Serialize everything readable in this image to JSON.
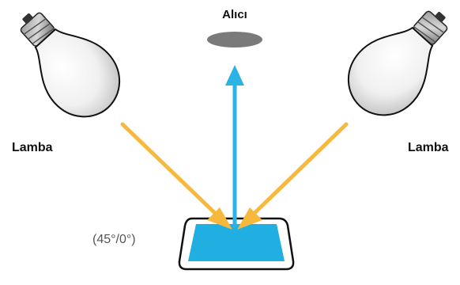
{
  "labels": {
    "receiver": "Alıcı",
    "lamp_left": "Lamba",
    "lamp_right": "Lamba",
    "geometry": "(45°/0°)"
  },
  "colors": {
    "incident_light": "#f6b93e",
    "reflected_light": "#2bb3e3",
    "sample": "#21aee0",
    "receiver": "#7a7a7a",
    "bulb_body": "#f2f2f2",
    "outline": "#111111"
  }
}
